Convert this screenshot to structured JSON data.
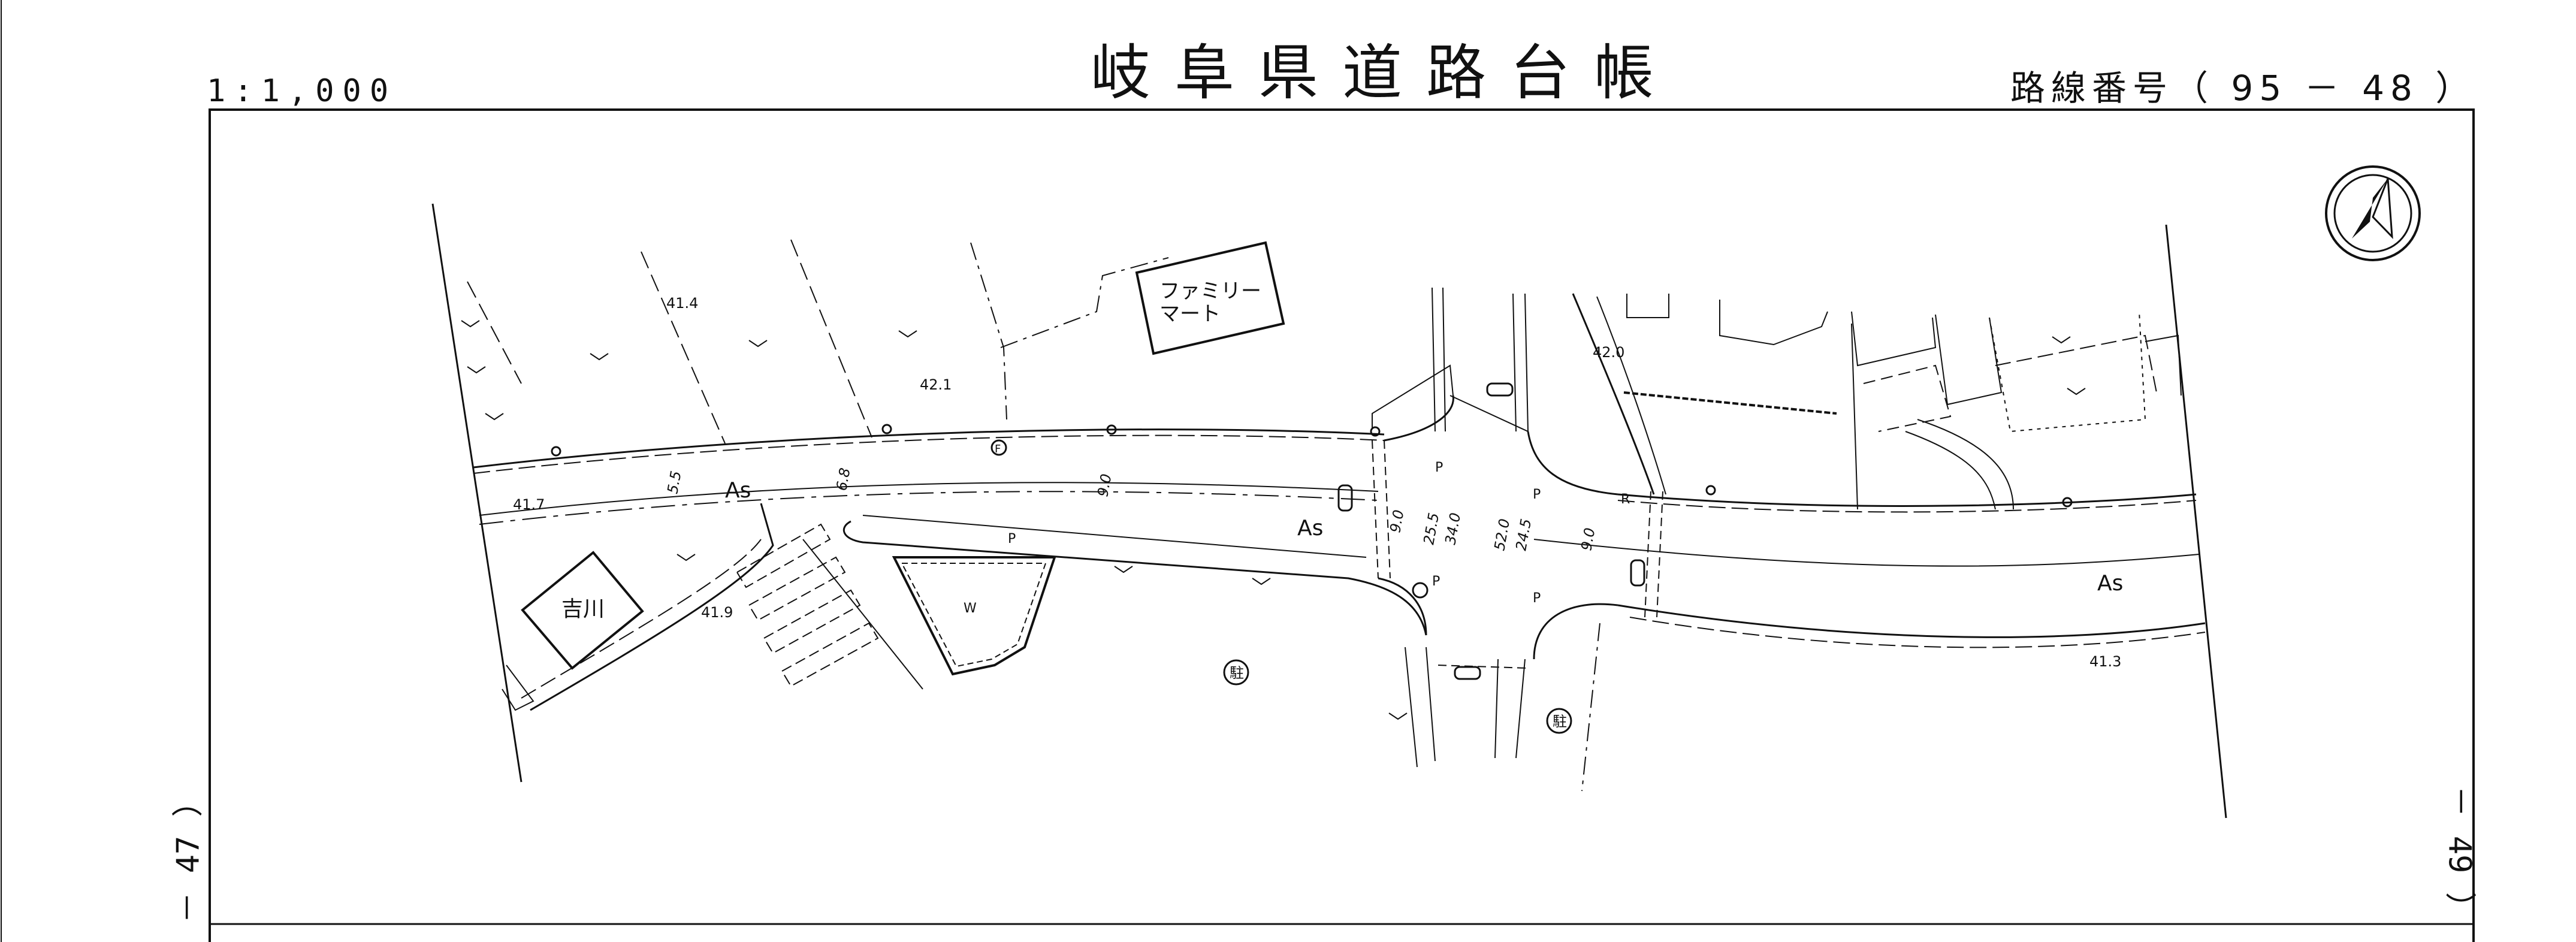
{
  "header": {
    "scale": "1:1,000",
    "title": "岐阜県道路台帳",
    "route_number": "路線番号（ 95 － 48 ）"
  },
  "adjacent_sheets": {
    "left": "－ 47 ）",
    "right": "－ 49 ）"
  },
  "map_labels": {
    "store": [
      "ファミリー",
      "マート"
    ],
    "house": "吉川",
    "pavement": "As",
    "pedestrian": "P",
    "water": "W",
    "parking": "駐",
    "rail": "R",
    "hydrant": "F"
  },
  "elevations": [
    "41.4",
    "42.1",
    "41.7",
    "41.9",
    "42.0",
    "41.3"
  ],
  "widths": [
    "5.5",
    "6.8",
    "9.0",
    "9.0",
    "25.5",
    "34.0",
    "52.0",
    "24.5",
    "9.0"
  ],
  "colors": {
    "ink": "#111111",
    "paper": "#ffffff"
  },
  "icons": [
    "north-arrow-icon",
    "parking-icon",
    "hydrant-icon",
    "utility-pole-icon"
  ]
}
